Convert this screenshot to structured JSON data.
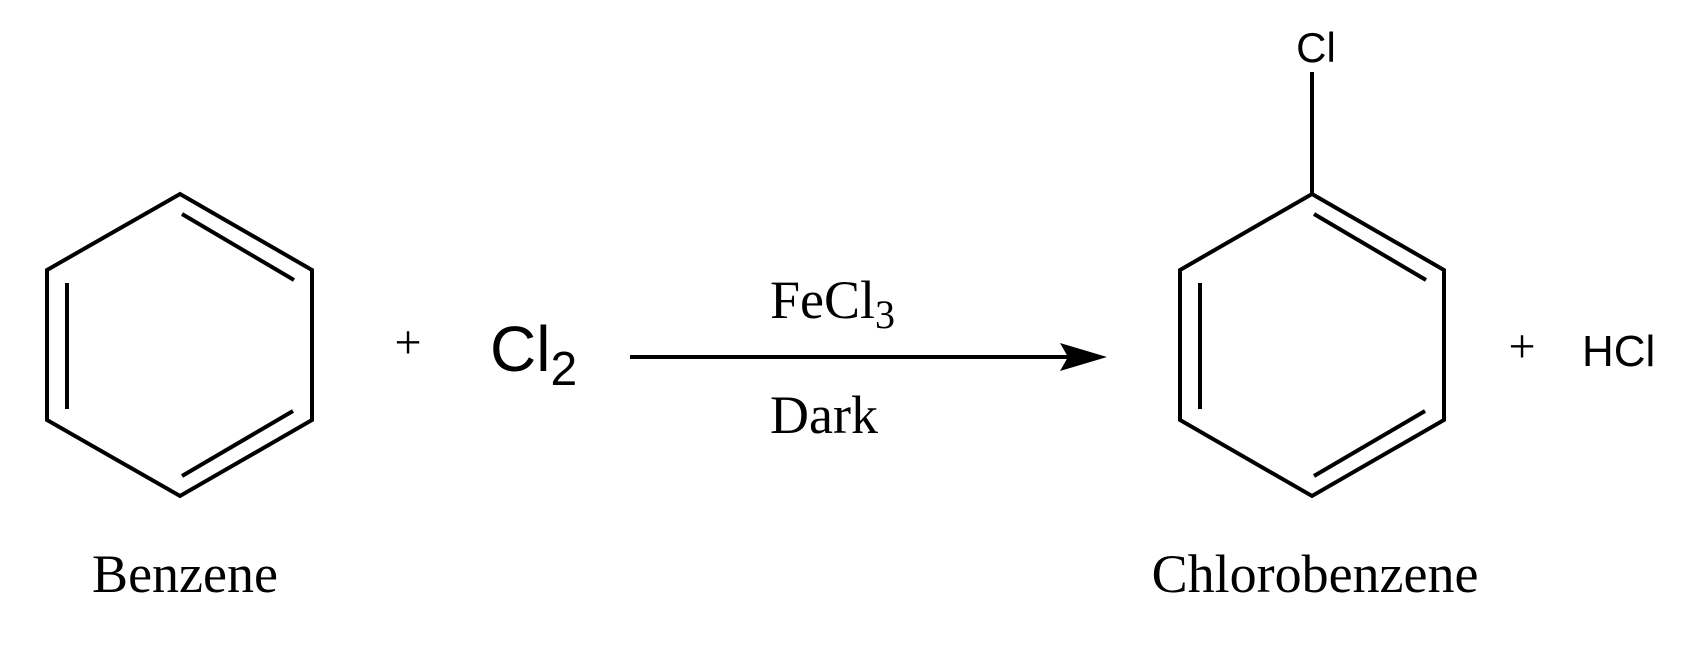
{
  "reaction": {
    "reactant_1": {
      "name": "Benzene"
    },
    "plus_1": "+",
    "reactant_2": {
      "symbol": "Cl",
      "subscript": "2"
    },
    "arrow": {
      "catalyst_base": "FeCl",
      "catalyst_subscript": "3",
      "condition": "Dark"
    },
    "product_1": {
      "name": "Chlorobenzene",
      "substituent": "Cl"
    },
    "plus_2": "+",
    "product_2": {
      "formula": "HCl"
    }
  }
}
